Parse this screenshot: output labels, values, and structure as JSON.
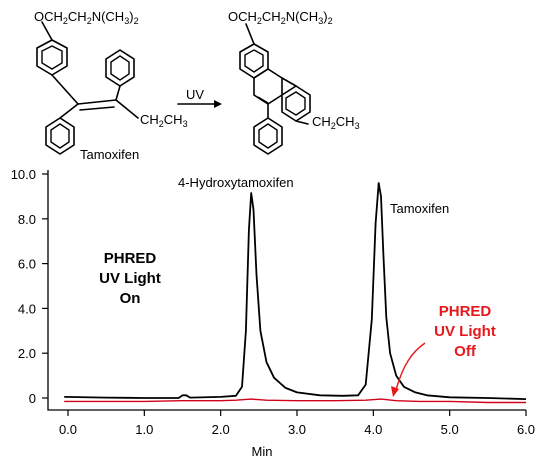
{
  "scheme": {
    "reactant_substituent": "OCH2CH2N(CH3)2",
    "reactant_alkyl": "CH2CH3",
    "reactant_name": "Tamoxifen",
    "arrow_label": "UV",
    "product_substituent": "OCH2CH2N(CH3)2",
    "product_alkyl": "CH2CH3"
  },
  "chart_data": {
    "type": "line",
    "title": "",
    "xlabel": "Min",
    "ylabel": "",
    "xlim": [
      -0.3,
      6.0
    ],
    "ylim": [
      -0.3,
      10.0
    ],
    "x_ticks": [
      0.0,
      1.0,
      2.0,
      3.0,
      4.0,
      5.0,
      6.0
    ],
    "x_tick_labels": [
      "0.0",
      "1.0",
      "2.0",
      "3.0",
      "4.0",
      "5.0",
      "6.0"
    ],
    "y_ticks": [
      0,
      2,
      4,
      6,
      8,
      10
    ],
    "y_tick_labels": [
      "0",
      "2.0",
      "4.0",
      "6.0",
      "8.0",
      "10.0"
    ],
    "grid": false,
    "series": [
      {
        "color": "#000000",
        "x": [
          -0.05,
          0.5,
          1.0,
          1.45,
          1.5,
          1.55,
          1.6,
          2.0,
          2.2,
          2.28,
          2.33,
          2.37,
          2.4,
          2.43,
          2.47,
          2.52,
          2.6,
          2.7,
          2.85,
          3.0,
          3.3,
          3.6,
          3.8,
          3.9,
          3.98,
          4.03,
          4.07,
          4.1,
          4.13,
          4.17,
          4.22,
          4.3,
          4.4,
          4.55,
          4.7,
          5.0,
          5.5,
          6.0
        ],
        "y": [
          0.05,
          0.02,
          0.0,
          0.0,
          0.12,
          0.12,
          0.02,
          0.05,
          0.1,
          0.5,
          3.0,
          7.5,
          9.15,
          8.4,
          5.5,
          3.0,
          1.6,
          0.9,
          0.45,
          0.25,
          0.12,
          0.1,
          0.12,
          0.6,
          3.5,
          7.8,
          9.6,
          9.0,
          6.5,
          3.6,
          2.0,
          1.0,
          0.5,
          0.25,
          0.12,
          0.03,
          0.0,
          -0.05
        ]
      },
      {
        "color": "#d0021b",
        "x": [
          -0.05,
          0.5,
          1.0,
          1.5,
          2.0,
          2.2,
          2.4,
          2.6,
          3.0,
          3.5,
          3.9,
          4.1,
          4.3,
          4.6,
          5.0,
          5.5,
          6.0
        ],
        "y": [
          -0.15,
          -0.15,
          -0.15,
          -0.12,
          -0.12,
          -0.1,
          -0.05,
          -0.1,
          -0.12,
          -0.12,
          -0.1,
          -0.05,
          -0.12,
          -0.15,
          -0.15,
          -0.2,
          -0.2
        ]
      }
    ],
    "annotations": [
      {
        "text": "4-Hydroxytamoxifen",
        "color": "#000000"
      },
      {
        "text": "Tamoxifen",
        "color": "#000000"
      },
      {
        "lines": [
          "PHRED",
          "UV Light",
          "On"
        ],
        "color": "#000000"
      },
      {
        "lines": [
          "PHRED",
          "UV Light",
          "Off"
        ],
        "color": "#e8171b",
        "arrow_to": [
          4.22,
          -0.1
        ]
      }
    ]
  }
}
